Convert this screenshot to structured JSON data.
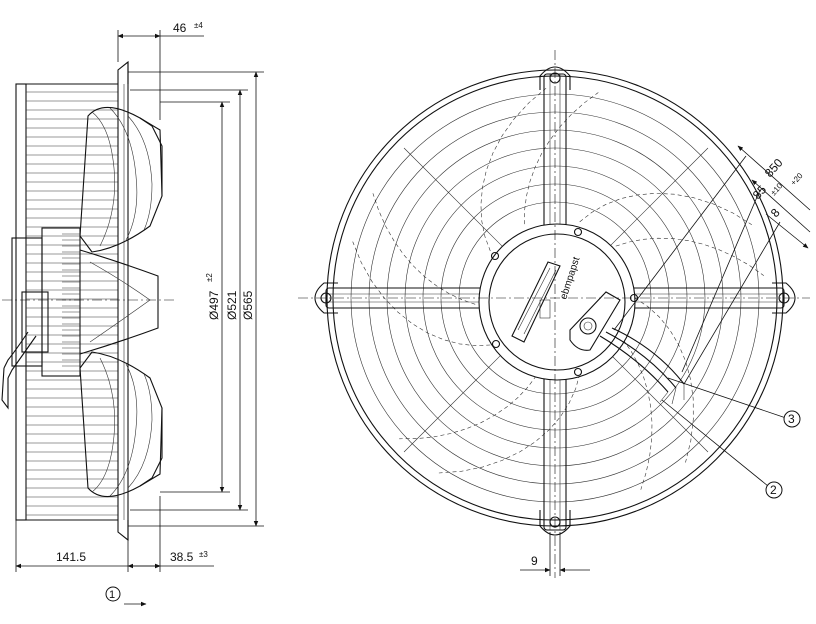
{
  "side_view": {
    "dim_offset": {
      "value": "46",
      "tol": "±4"
    },
    "dim_d497": {
      "value": "Ø497",
      "tol": "±2"
    },
    "dim_d521": {
      "value": "Ø521"
    },
    "dim_d565": {
      "value": "Ø565"
    },
    "dim_depth": {
      "value": "141.5"
    },
    "dim_flange": {
      "value": "38.5",
      "tol": "±3"
    },
    "callout_1": "1"
  },
  "front_view": {
    "dim_cable_850": {
      "value": "850",
      "tol": "+20"
    },
    "dim_cable_85": {
      "value": "85",
      "tol": "±10"
    },
    "dim_cable_8": {
      "value": "8"
    },
    "dim_lug_9": {
      "value": "9"
    },
    "callout_2": "2",
    "callout_3": "3",
    "hub_label": "ebmpapst"
  }
}
